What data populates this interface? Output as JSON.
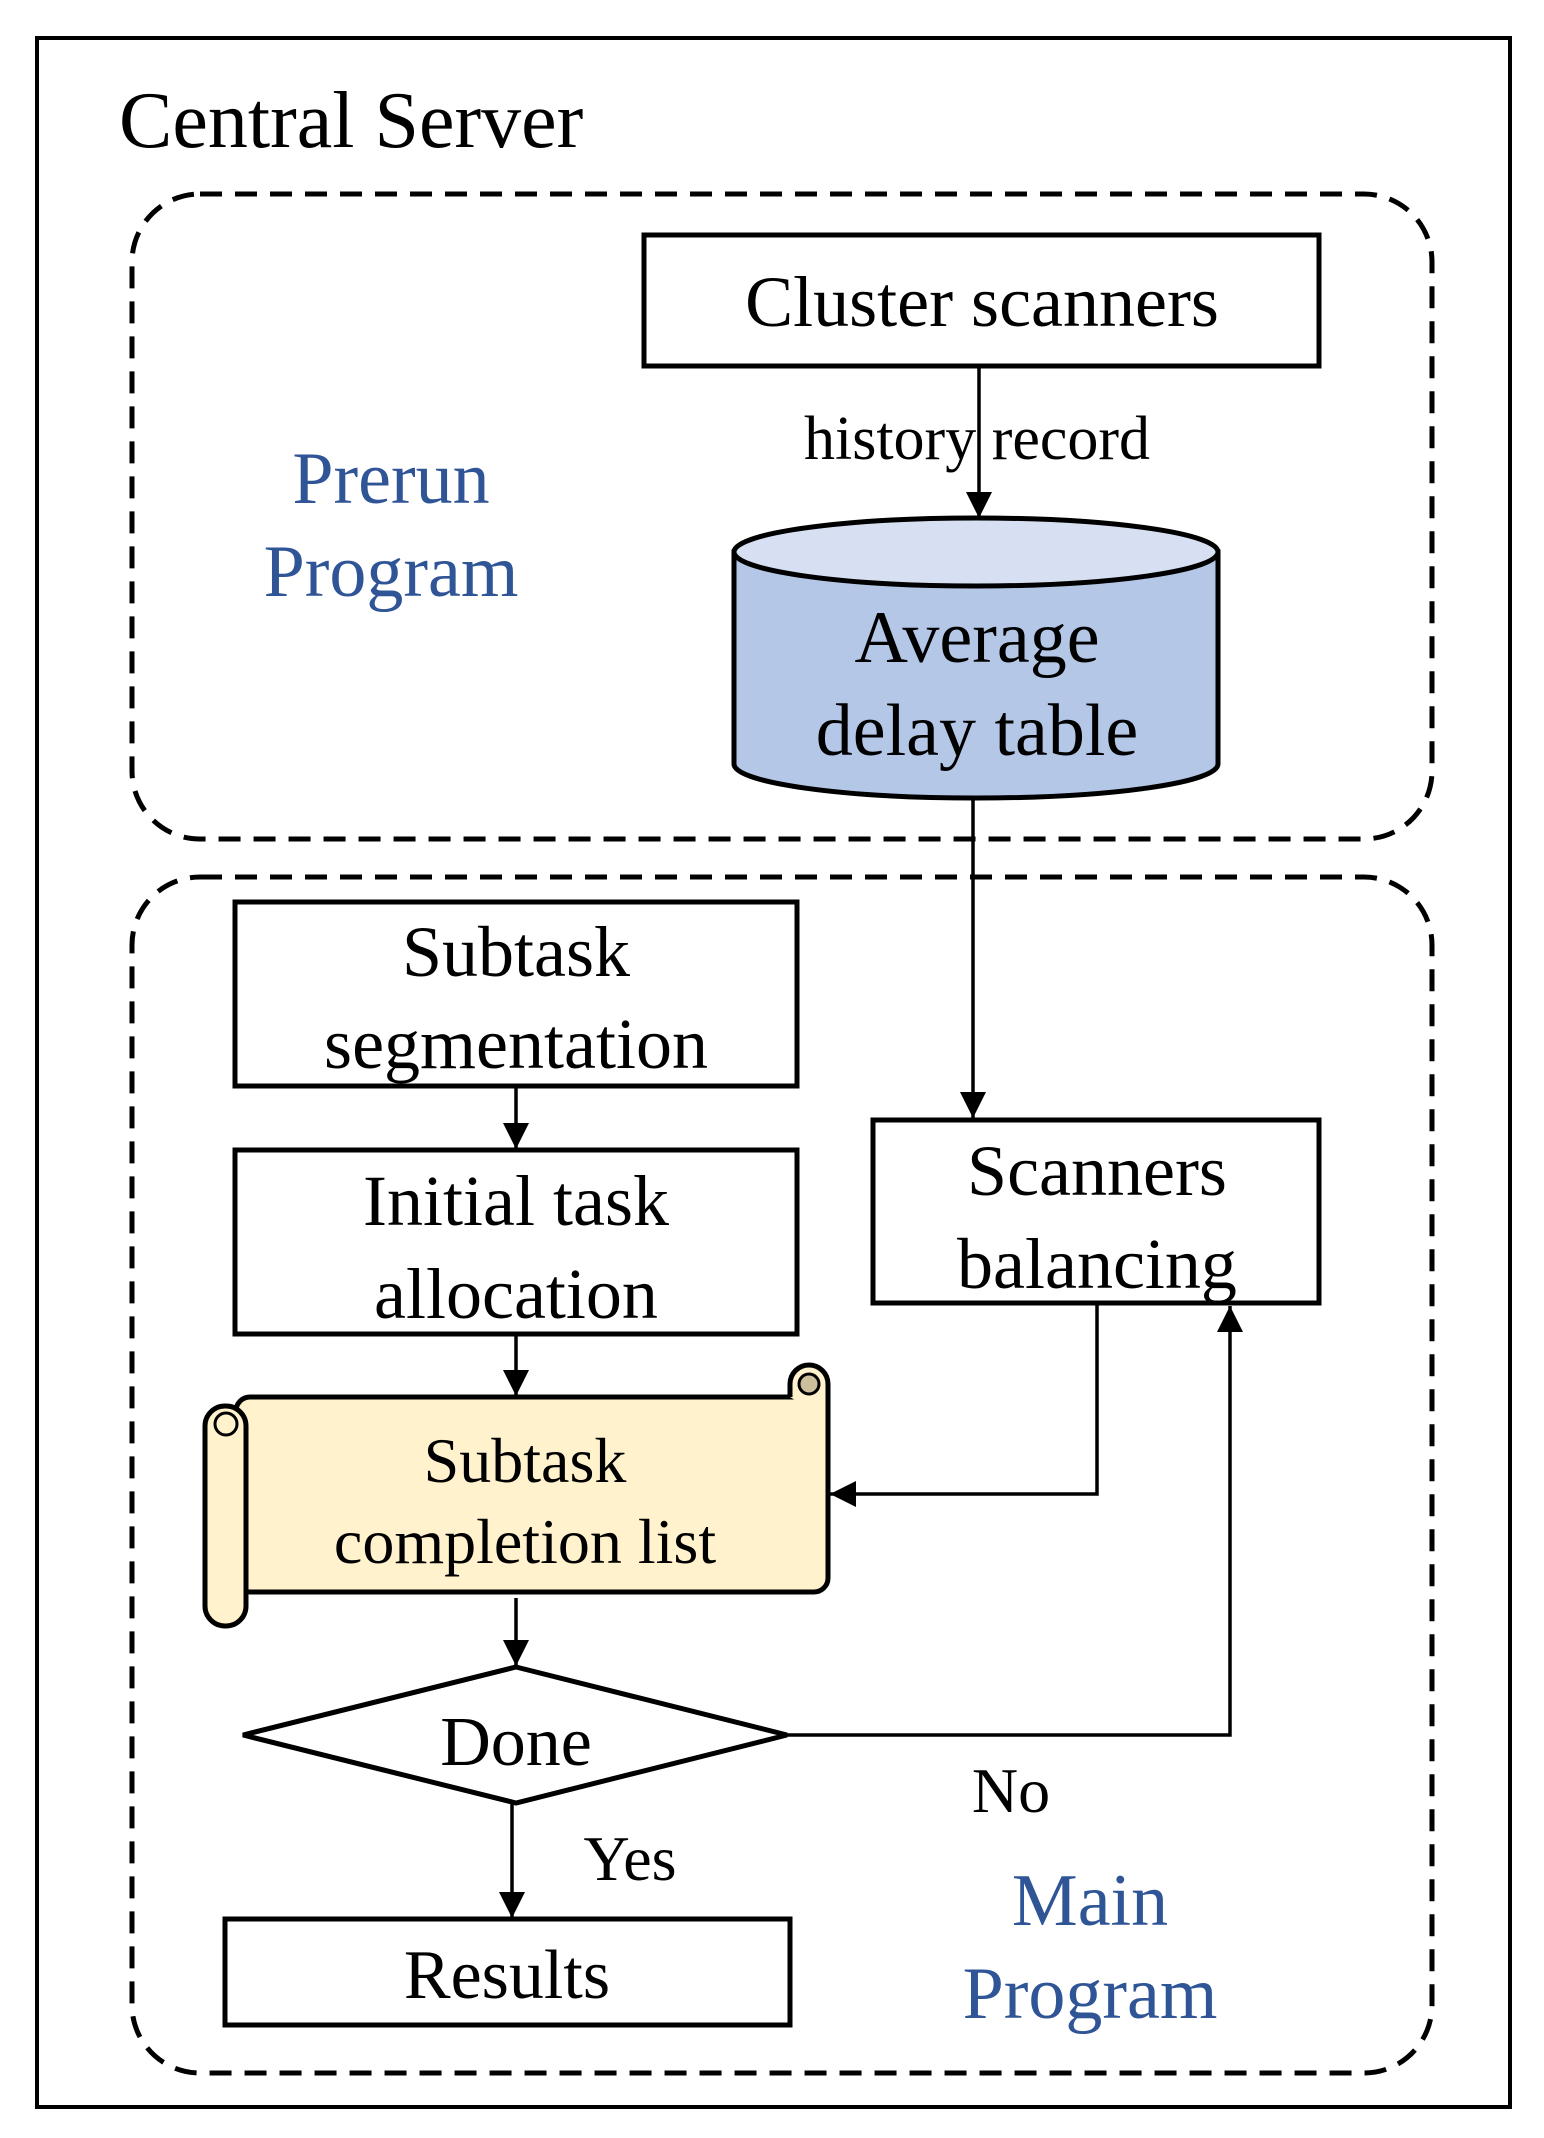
{
  "container": {
    "title": "Central Server"
  },
  "prerun": {
    "label_lines": [
      "Prerun",
      "Program"
    ],
    "cluster_scanners": "Cluster scanners",
    "edge_label": "history record",
    "database_lines": [
      "Average",
      "delay table"
    ]
  },
  "main": {
    "label_lines": [
      "Main",
      "Program"
    ],
    "subtask_segmentation_lines": [
      "Subtask",
      "segmentation"
    ],
    "initial_allocation_lines": [
      "Initial task",
      "allocation"
    ],
    "completion_list_lines": [
      "Subtask",
      "completion list"
    ],
    "scanners_balancing_lines": [
      "Scanners",
      "balancing"
    ],
    "decision": "Done",
    "yes_label": "Yes",
    "no_label": "No",
    "results": "Results"
  },
  "colors": {
    "group_label": "#2f5597",
    "database_body": "#b4c7e7",
    "database_top": "#d6e0f2",
    "list_fill": "#fff2cc",
    "list_curl": "#cbbf9c"
  }
}
